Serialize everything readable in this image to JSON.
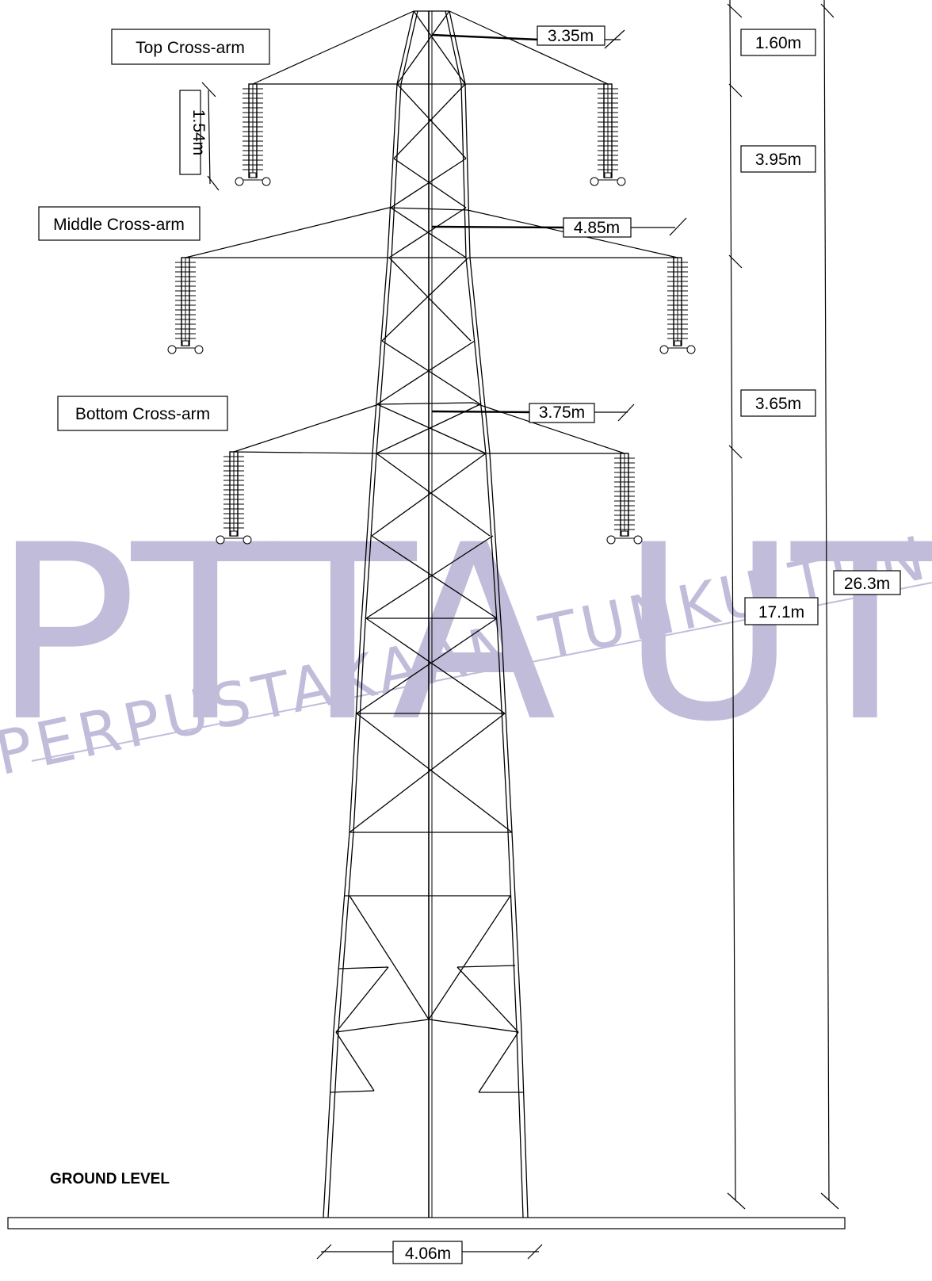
{
  "labels": {
    "top_crossarm": "Top Cross-arm",
    "middle_crossarm": "Middle Cross-arm",
    "bottom_crossarm": "Bottom Cross-arm",
    "ground_level": "GROUND LEVEL"
  },
  "dimensions": {
    "insulator_length": "1.54m",
    "top_arm_length": "3.35m",
    "middle_arm_length": "4.85m",
    "bottom_arm_length": "3.75m",
    "base_width": "4.06m",
    "top_section_height": "1.60m",
    "top_to_middle_height": "3.95m",
    "middle_to_bottom_height": "3.65m",
    "bottom_arm_height": "17.1m",
    "total_height": "26.3m"
  },
  "watermark": {
    "big": "PTTA UTHM",
    "arc": "PERPUSTAKAAN TUNKU TUN AMINAH",
    "color": "#8f87bd"
  }
}
